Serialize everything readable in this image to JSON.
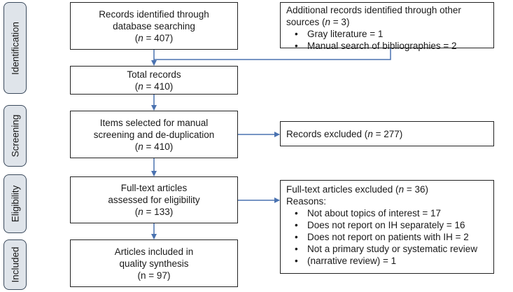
{
  "phases": [
    {
      "id": "identification",
      "label": "Identification"
    },
    {
      "id": "screening",
      "label": "Screening"
    },
    {
      "id": "eligibility",
      "label": "Eligibility"
    },
    {
      "id": "included",
      "label": "Included"
    }
  ],
  "boxes": {
    "database": {
      "line1": "Records identified through",
      "line2": "database searching",
      "n_prefix": "(",
      "n_label": "n",
      "n_value": " = 407)"
    },
    "other_sources": {
      "line1": "Additional records identified through other",
      "line2_prefix": "sources (",
      "n_label": "n",
      "line2_suffix": " = 3)",
      "bullets": [
        "Gray literature = 1",
        "Manual search of bibliographies = 2"
      ]
    },
    "total": {
      "line1": "Total records",
      "n_prefix": "(",
      "n_label": "n",
      "n_value": " = 410)"
    },
    "screening": {
      "line1": "Items selected for manual",
      "line2": "screening and de-duplication",
      "n_prefix": "(",
      "n_label": "n",
      "n_value": " = 410)"
    },
    "excluded": {
      "prefix": "Records excluded (",
      "n_label": "n",
      "suffix": " = 277)"
    },
    "fulltext": {
      "line1": "Full-text articles",
      "line2": "assessed for eligibility",
      "n_prefix": "(",
      "n_label": "n",
      "n_value": " = 133)"
    },
    "fulltext_excluded": {
      "prefix": "Full-text articles excluded (",
      "n_label": "n",
      "suffix": " = 36)",
      "reasons_label": "Reasons:",
      "bullets": [
        "Not about topics of interest = 17",
        "Does not report on IH separately = 16",
        "Does not report on patients with IH = 2",
        "Not a primary study or systematic review",
        "(narrative review) = 1"
      ]
    },
    "included": {
      "line1": "Articles included in",
      "line2": "quality synthesis",
      "line3": "(n = 97)"
    }
  },
  "colors": {
    "arrow": "#4a72b0",
    "phase_fill": "#dfe4ea",
    "phase_border": "#3b4a5c"
  }
}
